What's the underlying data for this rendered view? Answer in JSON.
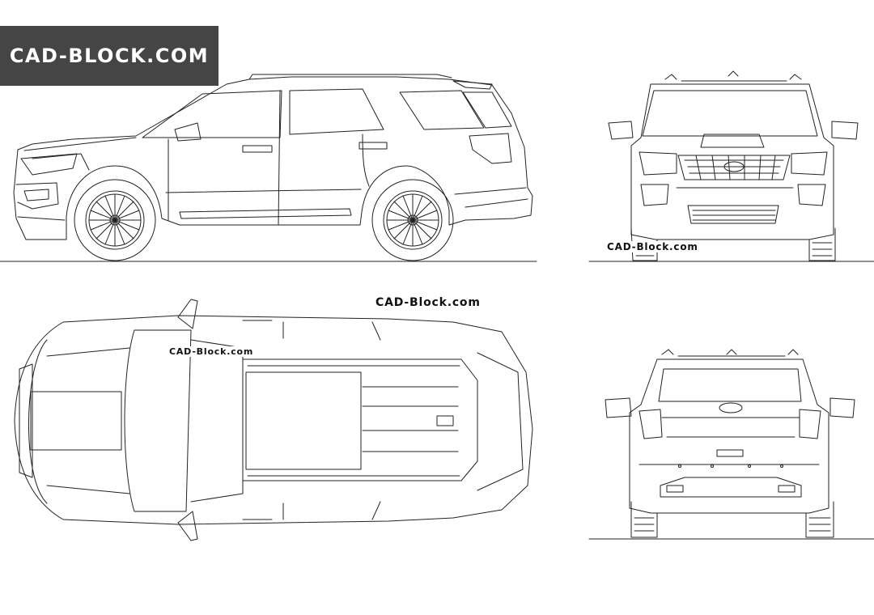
{
  "header": {
    "brand": "CAD-BLOCK.COM"
  },
  "watermarks": {
    "front": "CAD-Block.com",
    "top_right": "CAD-Block.com",
    "top_left": "CAD-Block.com"
  },
  "colors": {
    "banner": "#454545",
    "line": "#222222",
    "background": "#ffffff"
  }
}
